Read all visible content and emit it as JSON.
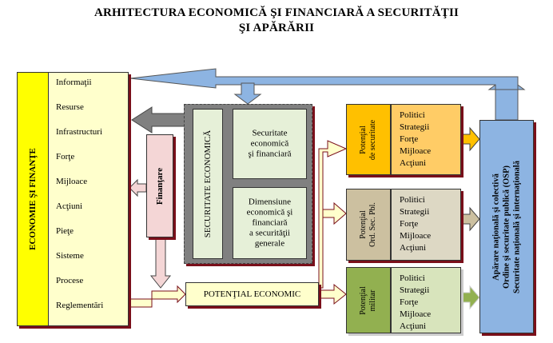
{
  "title": {
    "line1": "ARHITECTURA ECONOMICĂ ŞI FINANCIARĂ A SECURITĂŢII",
    "line2": "ŞI APĂRĂRII"
  },
  "economy": {
    "label": "ECONOMIE ŞI FINANŢE",
    "items": [
      "Informaţii",
      "Resurse",
      "Infrastructuri",
      "Forţe",
      "Mijloace",
      "Acţiuni",
      "Pieţe",
      "Sisteme",
      "Procese",
      "Reglementări"
    ]
  },
  "security": {
    "label": "SECURITATE ECONOMICĂ",
    "box1": "Securitate\neconomică\nşi financiară",
    "box2": "Dimensiune\neconomică şi\nfinanciară\na securităţii\ngenerale"
  },
  "financing": {
    "label": "Finanţare"
  },
  "economic_potential": {
    "label": "POTENŢIAL ECONOMIC"
  },
  "potentials": [
    {
      "name": "Potenţial\nde securitate",
      "items": [
        "Politici",
        "Strategii",
        "Forţe",
        "Mijloace",
        "Acţiuni"
      ]
    },
    {
      "name": "Potenţial\nOrd. Sec. Pbl.",
      "items": [
        "Politici",
        "Strategii",
        "Forţe",
        "Mijloace",
        "Acţiuni"
      ]
    },
    {
      "name": "Potenţial\nmilitar",
      "items": [
        "Politici",
        "Strategii",
        "Forţe",
        "Mijloace",
        "Acţiuni"
      ]
    }
  ],
  "osp": {
    "line1": "Apărare naţională şi colectivă",
    "line2": "Ordine şi securitate publică (OSP)",
    "line3": "Securitate naţională şi internaţională"
  },
  "colors": {
    "yellow": "#ffff00",
    "light_yellow": "#ffffcc",
    "blue": "#8db4e2",
    "grey": "#808080",
    "orange": "#ffc000",
    "olive": "#92b050",
    "shadow": "#7a0f1a"
  }
}
